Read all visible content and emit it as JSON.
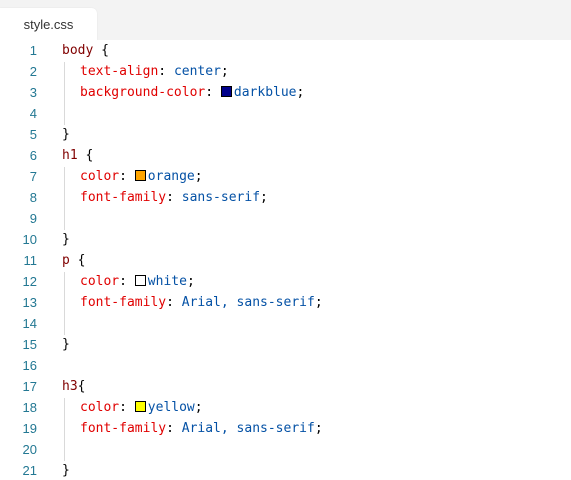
{
  "tab": {
    "label": "style.css"
  },
  "colors": {
    "darkblue": "#00008b",
    "orange": "#ffa500",
    "white": "#ffffff",
    "yellow": "#ffff00"
  },
  "lines": [
    {
      "num": "1",
      "sel": "body",
      "punc": " {"
    },
    {
      "num": "2",
      "prop": "text-align",
      "value": "center",
      "end": ";"
    },
    {
      "num": "3",
      "prop": "background-color",
      "value": "darkblue",
      "end": ";"
    },
    {
      "num": "4"
    },
    {
      "num": "5",
      "close": "}"
    },
    {
      "num": "6",
      "sel": "h1",
      "punc": " {"
    },
    {
      "num": "7",
      "prop": "color",
      "value": "orange",
      "end": ";"
    },
    {
      "num": "8",
      "prop": "font-family",
      "value": "sans-serif",
      "end": ";"
    },
    {
      "num": "9"
    },
    {
      "num": "10",
      "close": "}"
    },
    {
      "num": "11",
      "sel": "p",
      "punc": " {"
    },
    {
      "num": "12",
      "prop": "color",
      "value": "white",
      "end": ";"
    },
    {
      "num": "13",
      "prop": "font-family",
      "value": "Arial, sans-serif",
      "end": ";"
    },
    {
      "num": "14"
    },
    {
      "num": "15",
      "close": "}"
    },
    {
      "num": "16"
    },
    {
      "num": "17",
      "sel": "h3",
      "punc": "{"
    },
    {
      "num": "18",
      "prop": "color",
      "value": "yellow",
      "end": ";"
    },
    {
      "num": "19",
      "prop": "font-family",
      "value": "Arial, sans-serif",
      "end": ";"
    },
    {
      "num": "20"
    },
    {
      "num": "21",
      "close": "}"
    }
  ]
}
